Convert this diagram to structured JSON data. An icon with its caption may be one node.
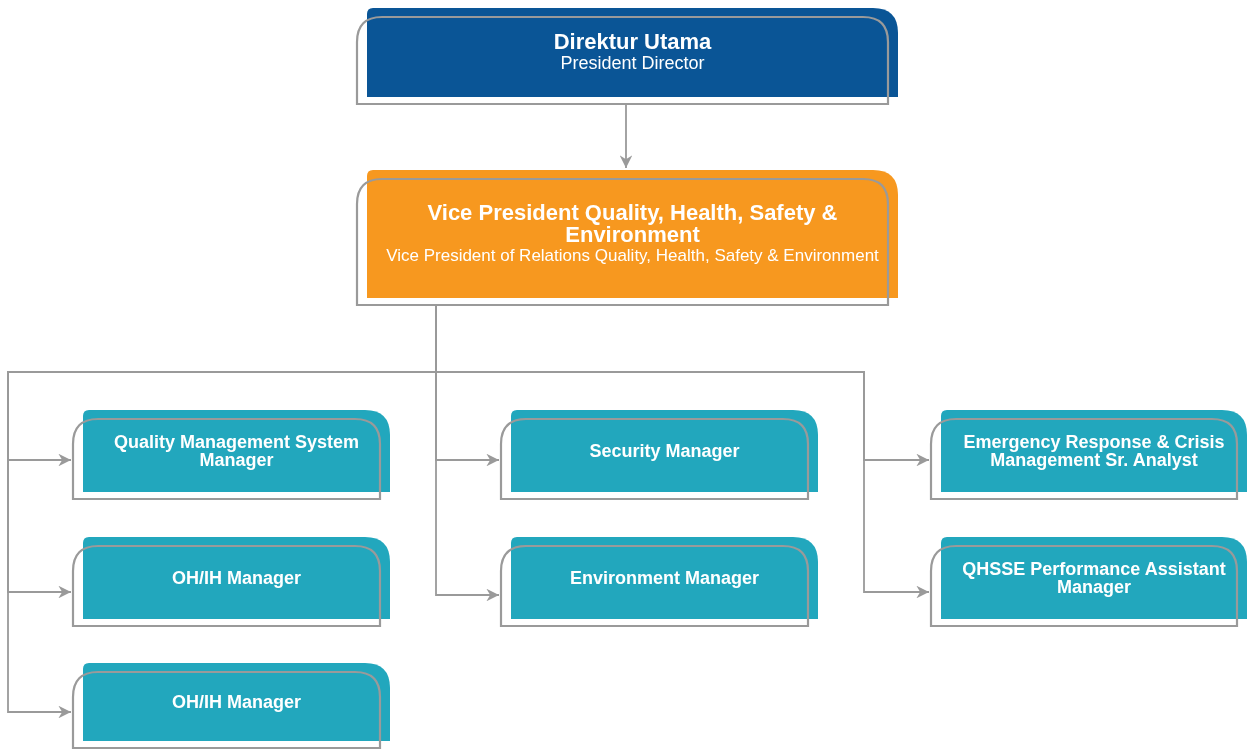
{
  "diagram": {
    "nodes": [
      {
        "text": [
          "Direktur Utama",
          "President Director"
        ]
      },
      {
        "text": [
          "Vice President Quality, Health, Safety & Environment",
          "Vice President of Relations Quality, Health, Safety & Environment"
        ]
      },
      {
        "text": [
          "Quality Management System Manager"
        ]
      },
      {
        "text": [
          "Security Manager"
        ]
      },
      {
        "text": [
          "Emergency Response & Crisis Management Sr. Analyst"
        ]
      },
      {
        "text": [
          "OH/IH Manager"
        ]
      },
      {
        "text": [
          "Environment Manager"
        ]
      },
      {
        "text": [
          "QHSSE Performance Assistant Manager"
        ]
      },
      {
        "text": [
          "OH/IH Manager"
        ]
      }
    ],
    "edges": [
      {
        "from": 0,
        "to": 1,
        "arrow": "to"
      },
      {
        "from": 1,
        "to": 2,
        "arrow": "to"
      },
      {
        "from": 1,
        "to": 3,
        "arrow": "to"
      },
      {
        "from": 1,
        "to": 4,
        "arrow": "to"
      },
      {
        "from": 1,
        "to": 5,
        "arrow": "to"
      },
      {
        "from": 1,
        "to": 6,
        "arrow": "to"
      },
      {
        "from": 1,
        "to": 7,
        "arrow": "to"
      },
      {
        "from": 1,
        "to": 8,
        "arrow": "to"
      }
    ]
  }
}
